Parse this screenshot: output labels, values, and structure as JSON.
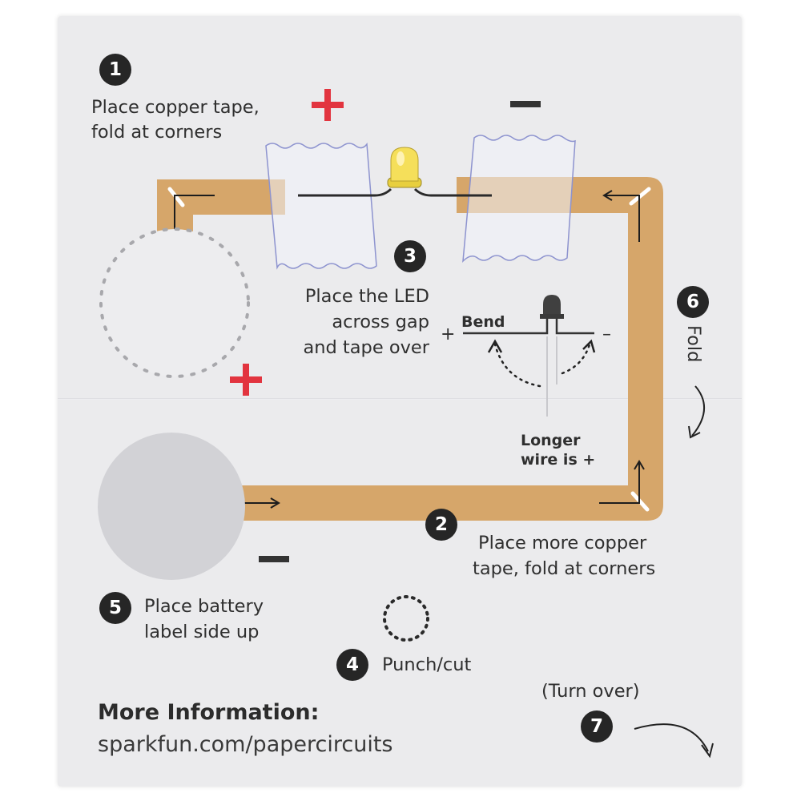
{
  "steps": {
    "s1": {
      "number": "1",
      "text_line1": "Place copper tape,",
      "text_line2": "fold at corners"
    },
    "s2": {
      "number": "2",
      "text_line1": "Place more copper",
      "text_line2": "tape, fold at corners"
    },
    "s3": {
      "number": "3",
      "text_line1": "Place the LED",
      "text_line2": "across gap",
      "text_line3": "and tape over"
    },
    "s4": {
      "number": "4",
      "text": "Punch/cut"
    },
    "s5": {
      "number": "5",
      "text_line1": "Place battery",
      "text_line2": "label side up"
    },
    "s6": {
      "number": "6",
      "text": "Fold"
    },
    "s7": {
      "number": "7",
      "text": "(Turn over)"
    }
  },
  "led_detail": {
    "bend_label": "Bend",
    "plus_sign": "+",
    "minus_sign": "–",
    "longer_wire_line1": "Longer",
    "longer_wire_line2": "wire is +"
  },
  "info": {
    "heading": "More Information:",
    "url": "sparkfun.com/papercircuits"
  },
  "colors": {
    "copper": "#d6a66a",
    "positive": "#e2343f",
    "negative": "#333333",
    "badge": "#262626",
    "tape_outline": "#8d93cf",
    "led_yellow": "#f5df5a"
  }
}
